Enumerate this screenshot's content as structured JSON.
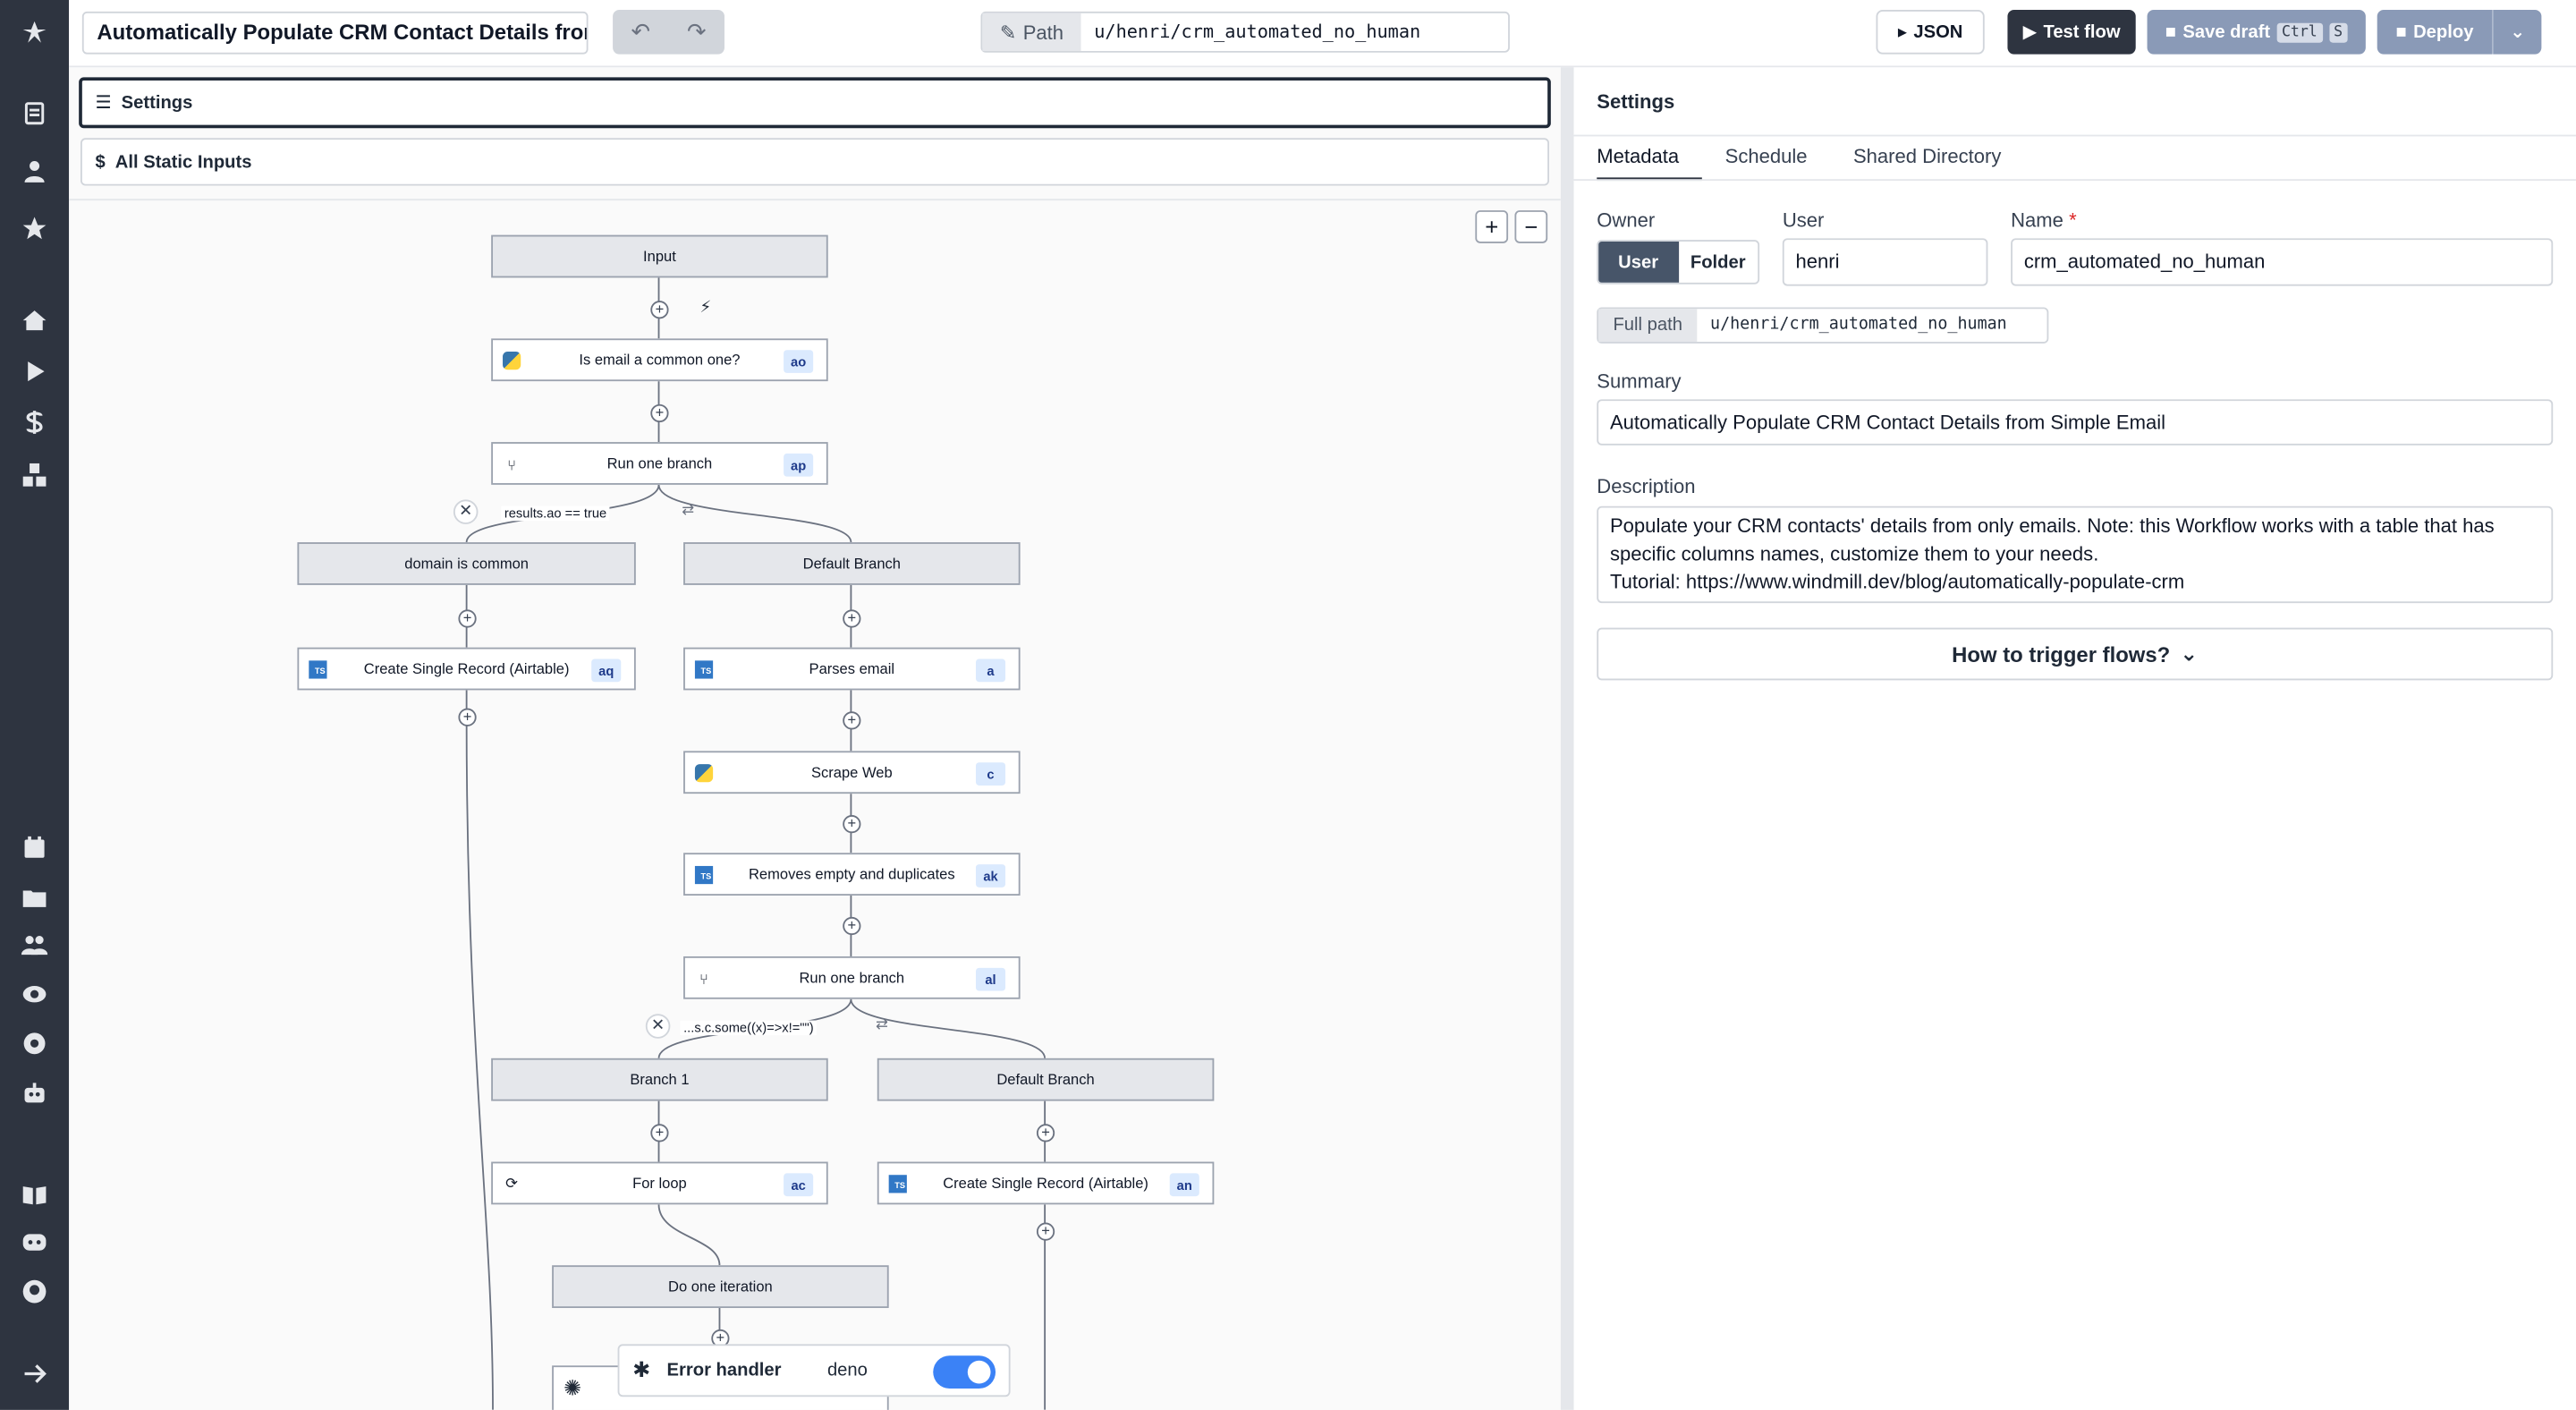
{
  "topbar": {
    "flow_title": "Automatically Populate CRM Contact Details from",
    "path_label": "Path",
    "path_value": "u/henri/crm_automated_no_human",
    "json_label": "JSON",
    "test_label": "Test flow",
    "save_label": "Save draft",
    "save_kbd_1": "Ctrl",
    "save_kbd_2": "S",
    "deploy_label": "Deploy"
  },
  "canvas": {
    "settings_label": "Settings",
    "static_inputs_label": "All Static Inputs",
    "zoom_in": "+",
    "zoom_out": "−",
    "nodes": {
      "input": "Input",
      "is_email": {
        "label": "Is email a common one?",
        "id": "ao"
      },
      "run_branch_1": {
        "label": "Run one branch",
        "id": "ap"
      },
      "domain_common": "domain is common",
      "default_branch_1": "Default Branch",
      "create_record_1": {
        "label": "Create Single Record (Airtable)",
        "id": "aq"
      },
      "parses_email": {
        "label": "Parses email",
        "id": "a"
      },
      "scrape_web": {
        "label": "Scrape Web",
        "id": "c"
      },
      "removes_empty": {
        "label": "Removes empty and duplicates",
        "id": "ak"
      },
      "run_branch_2": {
        "label": "Run one branch",
        "id": "al"
      },
      "branch_1": "Branch 1",
      "default_branch_2": "Default Branch",
      "for_loop": {
        "label": "For loop",
        "id": "ac"
      },
      "create_record_2": {
        "label": "Create Single Record (Airtable)",
        "id": "an"
      },
      "do_one_iteration": "Do one iteration"
    },
    "edge_labels": {
      "branch_cond_1": "results.ao == true",
      "branch_cond_2": "...s.c.some((x)=>x!=\"\")"
    },
    "error_handler": {
      "label": "Error handler",
      "language": "deno",
      "enabled": true
    }
  },
  "panel": {
    "title": "Settings",
    "tabs": [
      "Metadata",
      "Schedule",
      "Shared Directory"
    ],
    "active_tab": "Metadata",
    "owner_label": "Owner",
    "owner_options": [
      "User",
      "Folder"
    ],
    "owner_selected": "User",
    "user_label": "User",
    "user_value": "henri",
    "name_label": "Name",
    "name_required": "*",
    "name_value": "crm_automated_no_human",
    "full_path_label": "Full path",
    "full_path_value": "u/henri/crm_automated_no_human",
    "summary_label": "Summary",
    "summary_value": "Automatically Populate CRM Contact Details from Simple Email",
    "description_label": "Description",
    "description_line_1": "Populate your CRM contacts' details from only emails. Note: this Workflow works with a table that has specific columns names, customize them to your needs.",
    "description_line_2": "Tutorial: https://www.windmill.dev/blog/automatically-populate-crm",
    "trigger_label": "How to trigger flows?"
  },
  "colors": {
    "sidebar": "#2e3440",
    "accent": "#3b82f6",
    "badge_bg": "#dbeafe",
    "node_gray": "#e5e7eb"
  }
}
